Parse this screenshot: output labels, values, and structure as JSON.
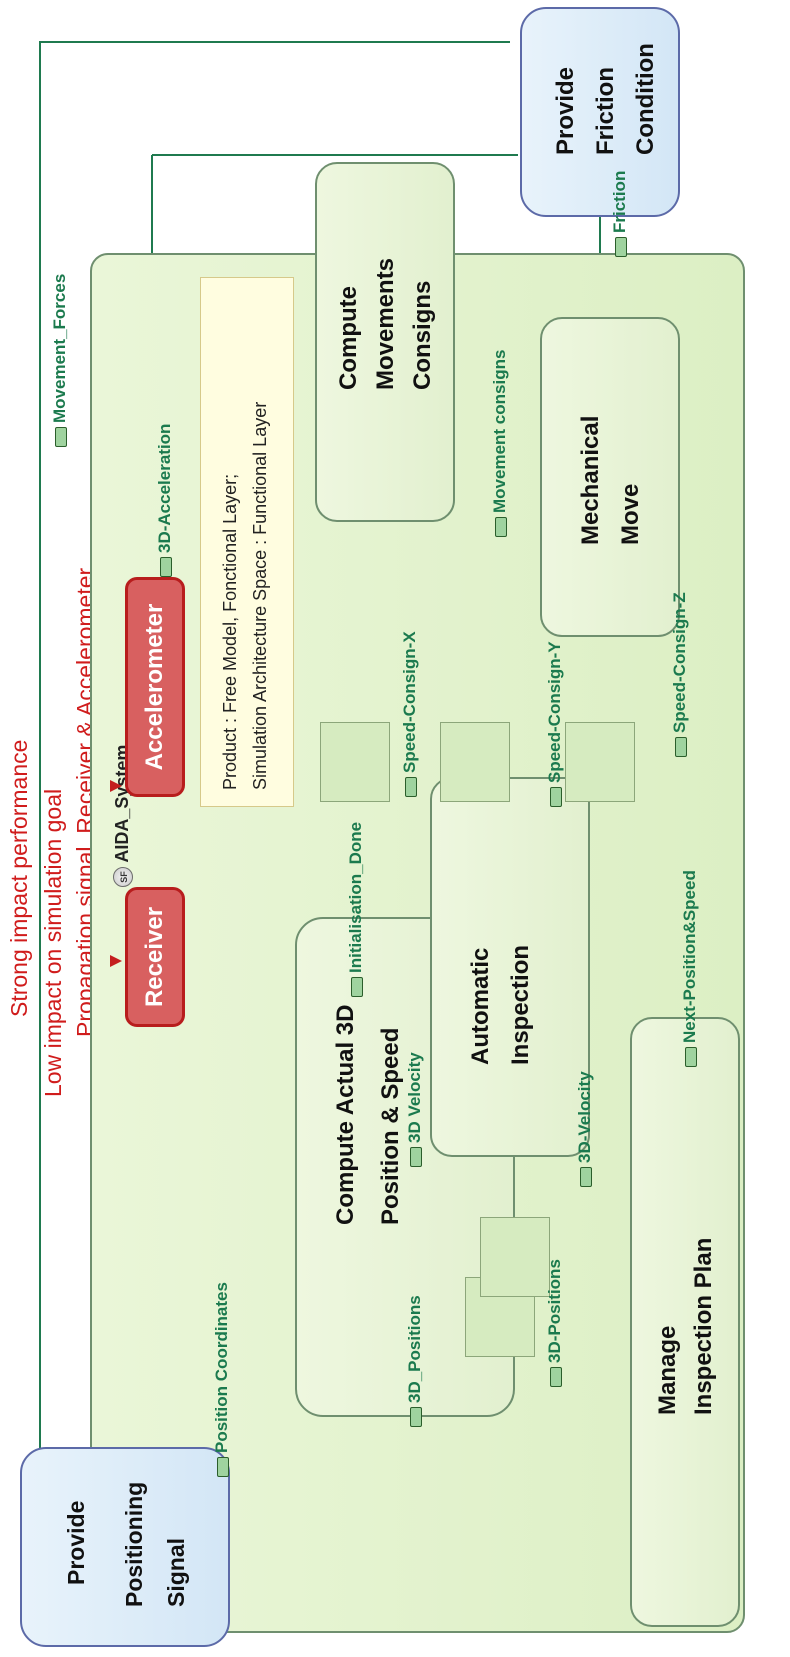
{
  "risk_notes": {
    "line1": "Strong impact performance",
    "line2": "Low impact on simulation goal",
    "line3": "Propagation signal, Receiver & Accelerometer"
  },
  "highlighted_components": [
    "Receiver",
    "Accelerometer"
  ],
  "system": {
    "name": "AIDA_System"
  },
  "note": {
    "line1": "Product : Free Model, Fonctional Layer;",
    "line2": "Simulation Architecture  Space : Functional Layer"
  },
  "functions": {
    "provide_positioning": [
      "Provide",
      "Positioning",
      "Signal"
    ],
    "provide_friction": [
      "Provide",
      "Friction",
      "Condition"
    ],
    "compute_position": [
      "Compute Actual 3D",
      "Position & Speed"
    ],
    "automatic_inspection": [
      "Automatic",
      "Inspection"
    ],
    "manage_inspection": [
      "Manage",
      "Inspection Plan"
    ],
    "compute_movements": [
      "Compute",
      "Movements",
      "Consigns"
    ],
    "mechanical_move": [
      "Mechanical",
      "Move"
    ]
  },
  "exchanges": {
    "movement_forces": "Movement_Forces",
    "acceleration": "3D-Acceleration",
    "position_coordinates": "Position Coordinates",
    "positions_out": "3D_Positions",
    "positions_in": "3D-Positions",
    "velocity_out": "3D Velocity",
    "velocity_in": "3D-Velocity",
    "initialisation": "Initialisation_Done",
    "next_position": "Next-Position&Speed",
    "speed_x": "Speed-Consign-X",
    "speed_y": "Speed-Consign-Y",
    "speed_z": "Speed-Consign-Z",
    "movement_consigns": "Movement consigns",
    "friction": "Friction"
  },
  "sf_badge": "SF",
  "colors": {
    "functional_fill": "#e2f0cf",
    "external_fill": "#d3e6f6",
    "exchange_green": "#1b7a4e",
    "risk_red": "#d01c1c",
    "output_port": "#e8731e",
    "input_port": "#2d8a5f"
  }
}
